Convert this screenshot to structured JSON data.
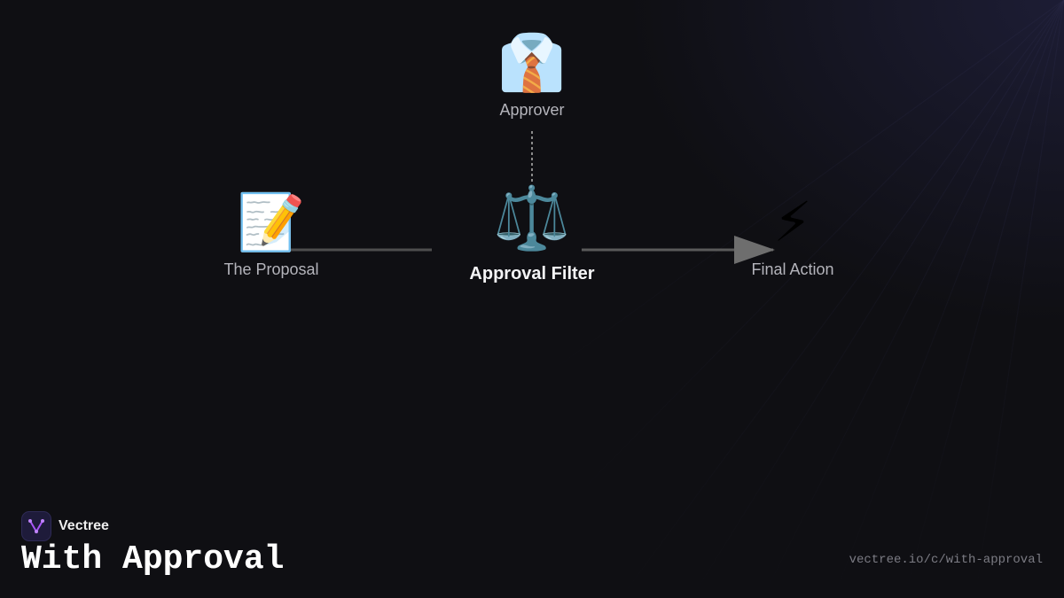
{
  "diagram": {
    "nodes": [
      {
        "id": "approver",
        "label": "Approver",
        "icon": "necktie-shirt-icon",
        "glyph": "👔"
      },
      {
        "id": "proposal",
        "label": "The Proposal",
        "icon": "memo-icon",
        "glyph": "📝"
      },
      {
        "id": "filter",
        "label": "Approval Filter",
        "icon": "balance-scale-icon",
        "glyph": "⚖️"
      },
      {
        "id": "action",
        "label": "Final Action",
        "icon": "lightning-icon",
        "glyph": "⚡"
      }
    ],
    "edges": [
      {
        "from": "approver",
        "to": "filter",
        "style": "dashed"
      },
      {
        "from": "proposal",
        "to": "filter",
        "style": "solid"
      },
      {
        "from": "filter",
        "to": "action",
        "style": "solid-arrow"
      }
    ]
  },
  "branding": {
    "name": "Vectree",
    "title": "With Approval",
    "url": "vectree.io/c/with-approval",
    "accent": "#a855f7"
  },
  "colors": {
    "background": "#0f0f13",
    "edge": "#5a5a5a",
    "edge_dashed": "#8a8a8a",
    "label": "#b4b4bb",
    "label_main": "#f4f4f6"
  }
}
